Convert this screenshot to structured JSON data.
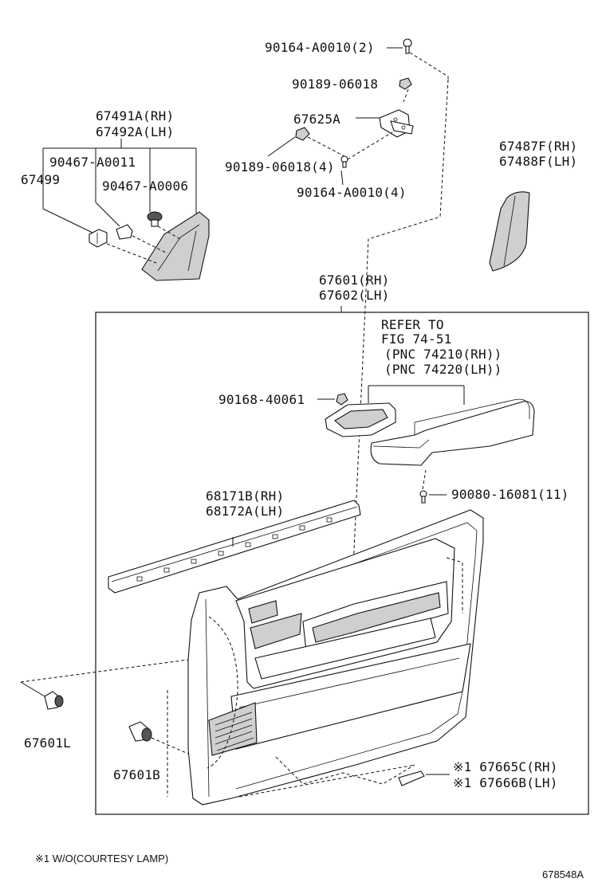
{
  "labels": {
    "screw_top": "90164-A0010(2)",
    "nut_top": "90189-06018",
    "bracket": "67625A",
    "nut_mid": "90189-06018(4)",
    "screw_mid": "90164-A0010(4)",
    "cover_rh": "67491A(RH)",
    "cover_lh": "67492A(LH)",
    "clip_a0011": "90467-A0011",
    "clip_67499": "67499",
    "clip_a0006": "90467-A0006",
    "pad_rh": "67487F(RH)",
    "pad_lh": "67488F(LH)",
    "panel_rh": "67601(RH)",
    "panel_lh": "67602(LH)",
    "refer_1": "REFER TO",
    "refer_2": "FIG 74-51",
    "refer_3": "(PNC 74210(RH))",
    "refer_4": "(PNC 74220(LH))",
    "nut_40061": "90168-40061",
    "screw_16081": "90080-16081(11)",
    "weather_rh": "68171B(RH)",
    "weather_lh": "68172A(LH)",
    "clip_601l": "67601L",
    "clip_601b": "67601B",
    "cover_665c": "※1 67665C(RH)",
    "cover_666b": "※1 67666B(LH)"
  },
  "footnote": "※1  W/O(COURTESY LAMP)",
  "figure_code": "678548A"
}
